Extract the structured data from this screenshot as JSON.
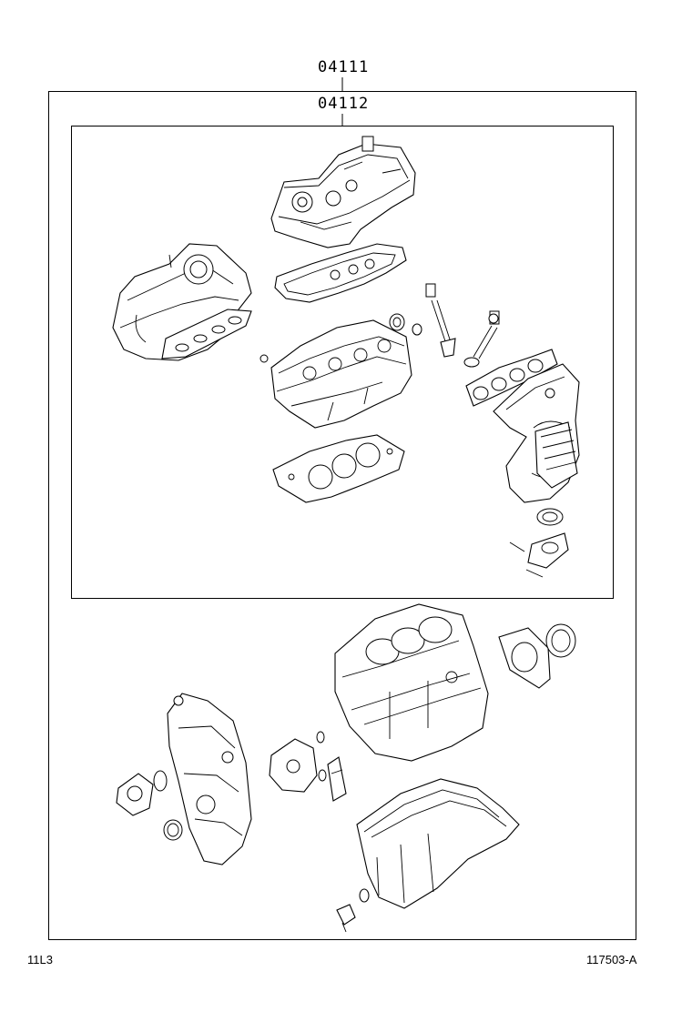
{
  "labels": {
    "outer_kit": "04111",
    "inner_kit": "04112"
  },
  "footer": {
    "left_code": "11L3",
    "right_code": "117503-A"
  }
}
